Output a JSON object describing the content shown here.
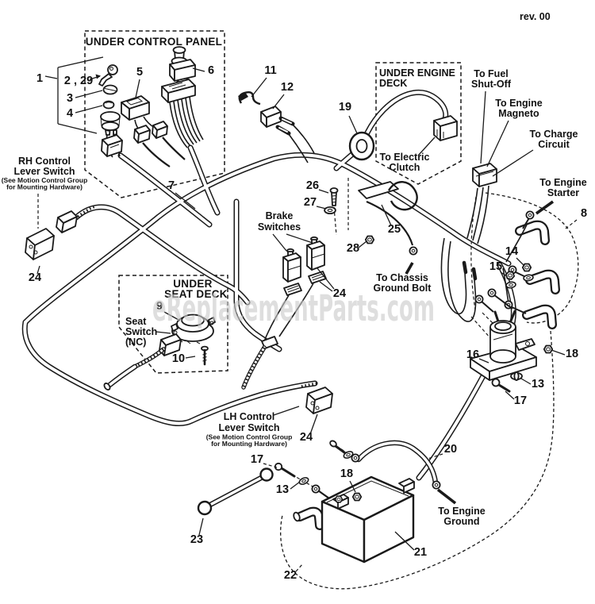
{
  "header": {
    "revision": "rev. 00"
  },
  "watermark": "eReplacementParts.com",
  "zones": {
    "control_panel": {
      "title": "UNDER CONTROL PANEL"
    },
    "engine_deck": {
      "line1": "UNDER ENGINE",
      "line2": "DECK"
    },
    "seat_deck": {
      "line1": "UNDER",
      "line2": "SEAT DECK"
    }
  },
  "connections": {
    "fuel_shutoff": {
      "line1": "To Fuel",
      "line2": "Shut-Off"
    },
    "engine_magneto": {
      "line1": "To Engine",
      "line2": "Magneto"
    },
    "charge_circuit": {
      "line1": "To Charge",
      "line2": "Circuit"
    },
    "engine_starter": {
      "line1": "To Engine",
      "line2": "Starter"
    },
    "electric_clutch": {
      "line1": "To Electric",
      "line2": "Clutch"
    },
    "chassis_ground": {
      "line1": "To Chassis",
      "line2": "Ground Bolt"
    },
    "engine_ground": {
      "line1": "To Engine",
      "line2": "Ground"
    }
  },
  "components": {
    "rh_switch": {
      "line1": "RH Control",
      "line2": "Lever Switch",
      "note1": "(See Motion Control Group",
      "note2": "for Mounting Hardware)"
    },
    "lh_switch": {
      "line1": "LH Control",
      "line2": "Lever Switch",
      "note1": "(See Motion Control Group",
      "note2": "for Mounting Hardware)"
    },
    "seat_switch": {
      "line1": "Seat",
      "line2": "Switch",
      "line3": "(NC)"
    },
    "brake_switches": {
      "line1": "Brake",
      "line2": "Switches"
    }
  },
  "callouts": {
    "n1": "1",
    "n2_29": "2 , 29",
    "n3": "3",
    "n4": "4",
    "n5": "5",
    "n6": "6",
    "n7": "7",
    "n8": "8",
    "n9": "9",
    "n10": "10",
    "n11": "11",
    "n12": "12",
    "n13": "13",
    "n14": "14",
    "n15": "15",
    "n16": "16",
    "n17": "17",
    "n18": "18",
    "n19": "19",
    "n20": "20",
    "n21": "21",
    "n22": "22",
    "n23": "23",
    "n24": "24",
    "n25": "25",
    "n26": "26",
    "n27": "27",
    "n28": "28"
  },
  "colors": {
    "ink": "#1a1a1a",
    "background": "#ffffff",
    "watermark": "#c9c9c9"
  }
}
